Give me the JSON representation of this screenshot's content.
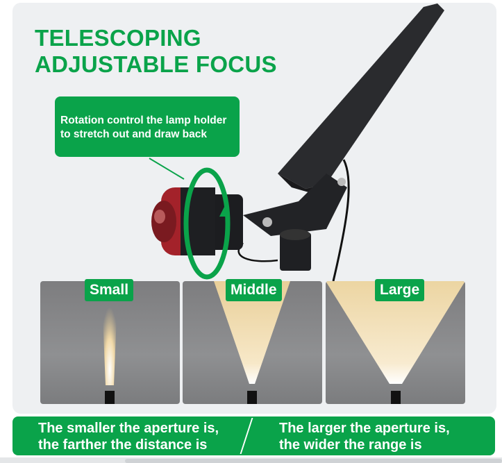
{
  "title": {
    "line1": "TELESCOPING",
    "line2": "ADJUSTABLE FOCUS"
  },
  "callout": {
    "line1": "Rotation control the lamp holder",
    "line2": "to stretch out and draw back"
  },
  "beams": [
    {
      "label": "Small"
    },
    {
      "label": "Middle"
    },
    {
      "label": "Large"
    }
  ],
  "footer": {
    "left1": "The smaller the aperture is,",
    "left2": "the farther the distance is",
    "right1": "The larger the aperture is,",
    "right2": "the wider the range is"
  },
  "colors": {
    "accent": "#0aa34a",
    "background": "#eef0f2"
  }
}
